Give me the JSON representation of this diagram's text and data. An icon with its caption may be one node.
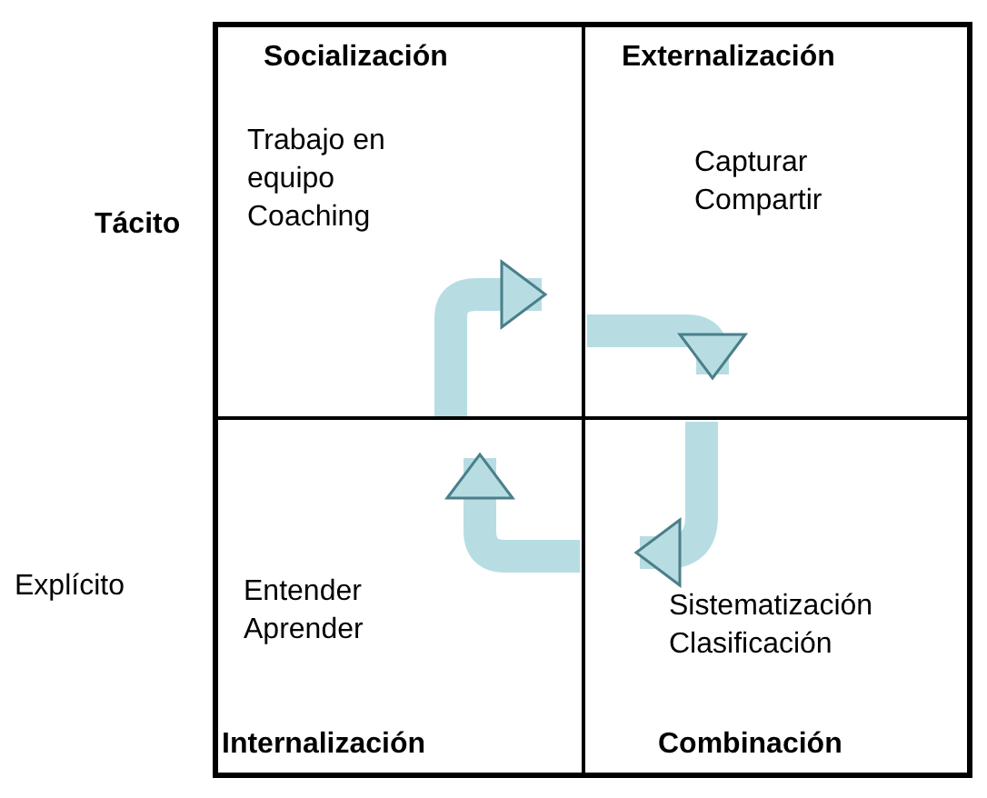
{
  "diagram": {
    "nodes": [
      {
        "text": [
          "Socialización",
          "Trabajo en equipo Coaching"
        ]
      },
      {
        "text": [
          "Externalización",
          "Capturar Compartir"
        ]
      },
      {
        "text": [
          "Sistematización Clasificación",
          "Combinación"
        ]
      },
      {
        "text": [
          "Entender Aprender",
          "Internalización"
        ]
      }
    ],
    "edges": [
      {
        "from": 0,
        "to": 1,
        "arrow": "to"
      },
      {
        "from": 1,
        "to": 2,
        "arrow": "to"
      },
      {
        "from": 2,
        "to": 3,
        "arrow": "to"
      },
      {
        "from": 3,
        "to": 0,
        "arrow": "to"
      }
    ],
    "labels": [
      "Tácito",
      "Explícito"
    ]
  }
}
